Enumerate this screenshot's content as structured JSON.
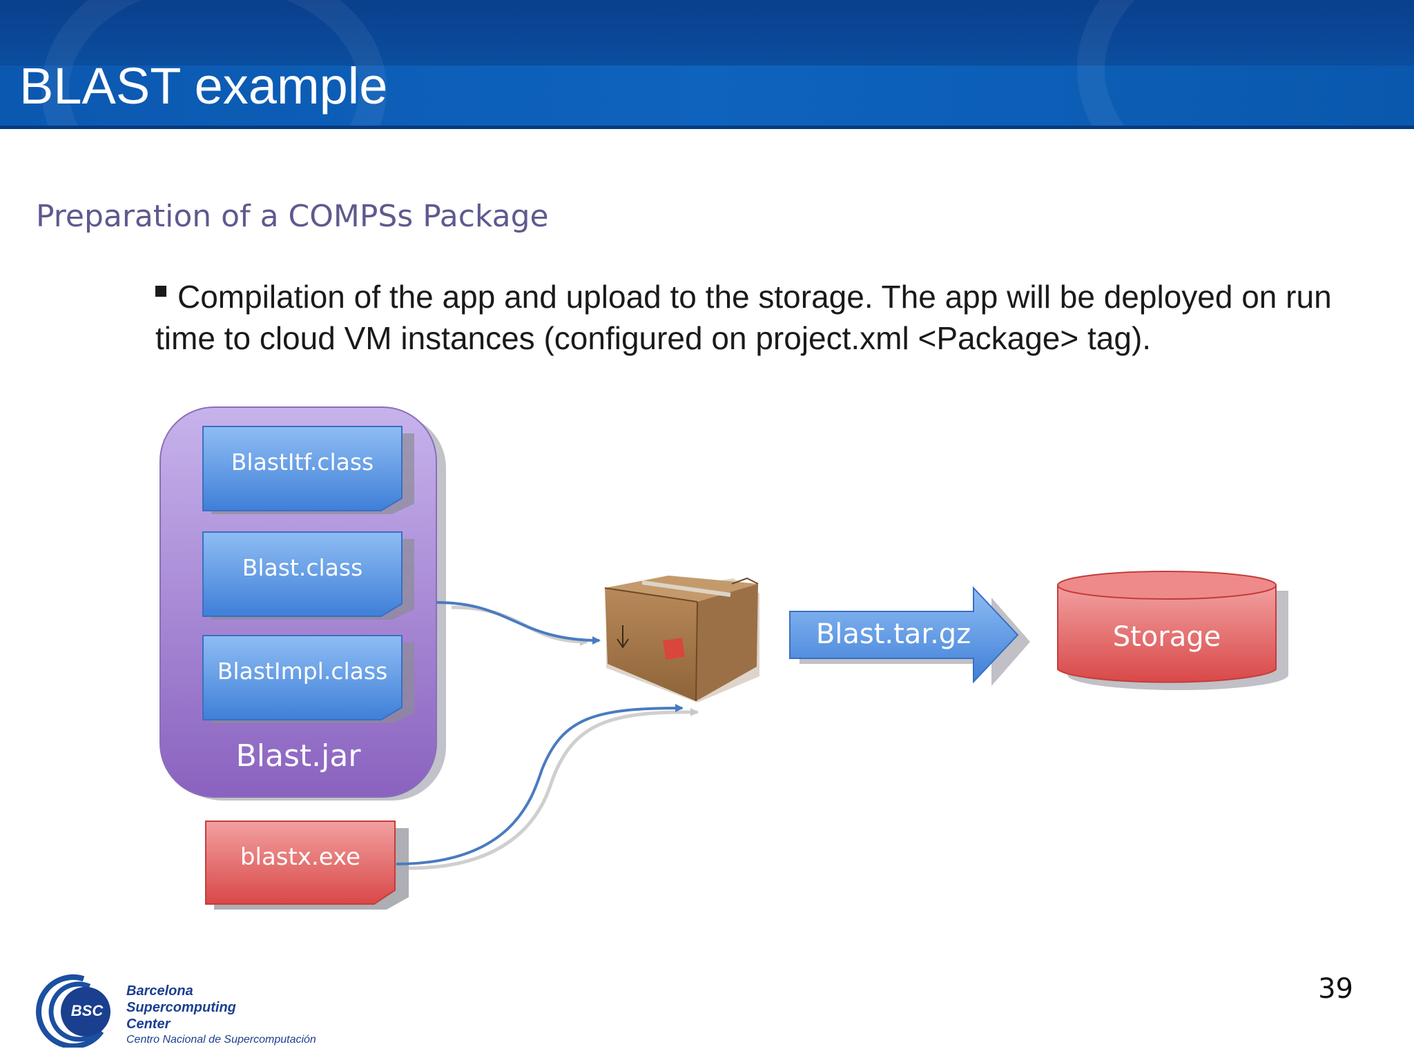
{
  "slide": {
    "title": "BLAST example",
    "subtitle": "Preparation of a COMPSs Package",
    "bullet": "Compilation of the app and upload to the storage. The app will be deployed on run time to cloud VM instances (configured on project.xml <Package> tag).",
    "page_number": "39"
  },
  "diagram": {
    "jar_label": "Blast.jar",
    "classes": [
      "BlastItf.class",
      "Blast.class",
      "BlastImpl.class"
    ],
    "exe_label": "blastx.exe",
    "archive_label": "Blast.tar.gz",
    "storage_label": "Storage"
  },
  "logo": {
    "acronym": "BSC",
    "line1": "Barcelona",
    "line2": "Supercomputing",
    "line3": "Center",
    "line4": "Centro Nacional de Supercomputación"
  },
  "colors": {
    "header": "#0b4fa0",
    "subtitle": "#5e5a8e",
    "jar_purple": "#9b7fd0",
    "class_blue": "#4f8fe0",
    "exe_red": "#e05555",
    "storage_red": "#e35a5a",
    "arrow_blue": "#4a7bc0"
  }
}
